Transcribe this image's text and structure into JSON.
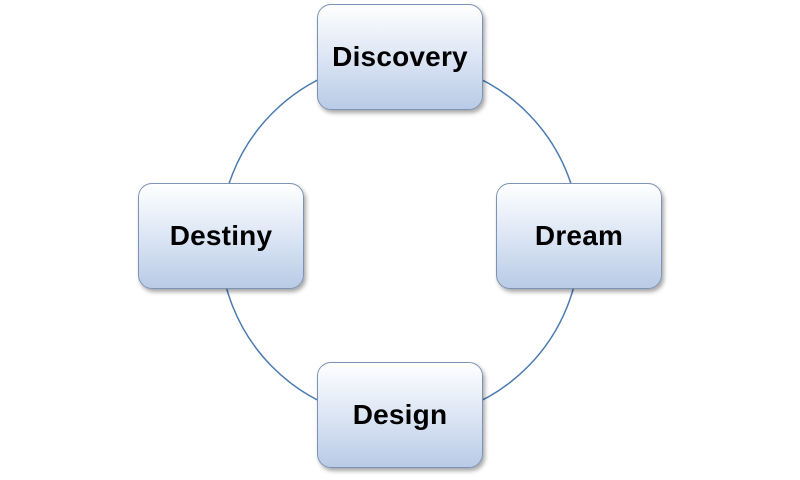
{
  "diagram": {
    "colors": {
      "connector": "#4a7ab0",
      "box_border": "#7d93b6",
      "box_fill_top": "#ffffff",
      "box_fill_bottom": "#b9cbe6",
      "text": "#000000",
      "background": "#ffffff"
    },
    "stages": [
      {
        "label": "Discovery"
      },
      {
        "label": "Dream"
      },
      {
        "label": "Design"
      },
      {
        "label": "Destiny"
      }
    ]
  }
}
